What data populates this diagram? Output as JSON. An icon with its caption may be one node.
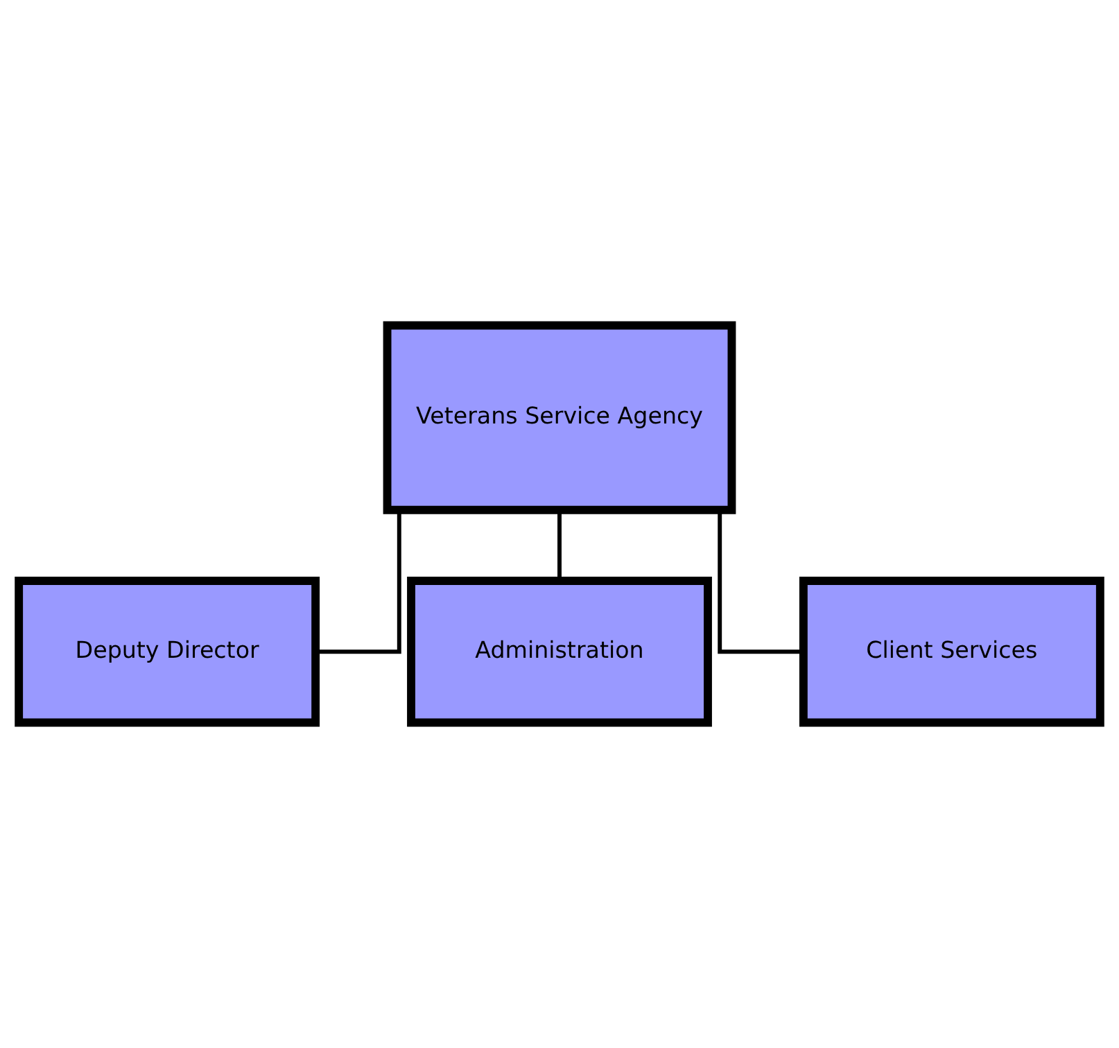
{
  "diagram": {
    "nodes": [
      {
        "text": [
          "Veterans Service Agency"
        ]
      },
      {
        "text": [
          "Deputy Director"
        ]
      },
      {
        "text": [
          "Administration"
        ]
      },
      {
        "text": [
          "Client Services"
        ]
      }
    ],
    "edges": [
      {
        "from": 0,
        "to": 1,
        "arrow": "none"
      },
      {
        "from": 0,
        "to": 2,
        "arrow": "none"
      },
      {
        "from": 0,
        "to": 3,
        "arrow": "none"
      }
    ]
  }
}
